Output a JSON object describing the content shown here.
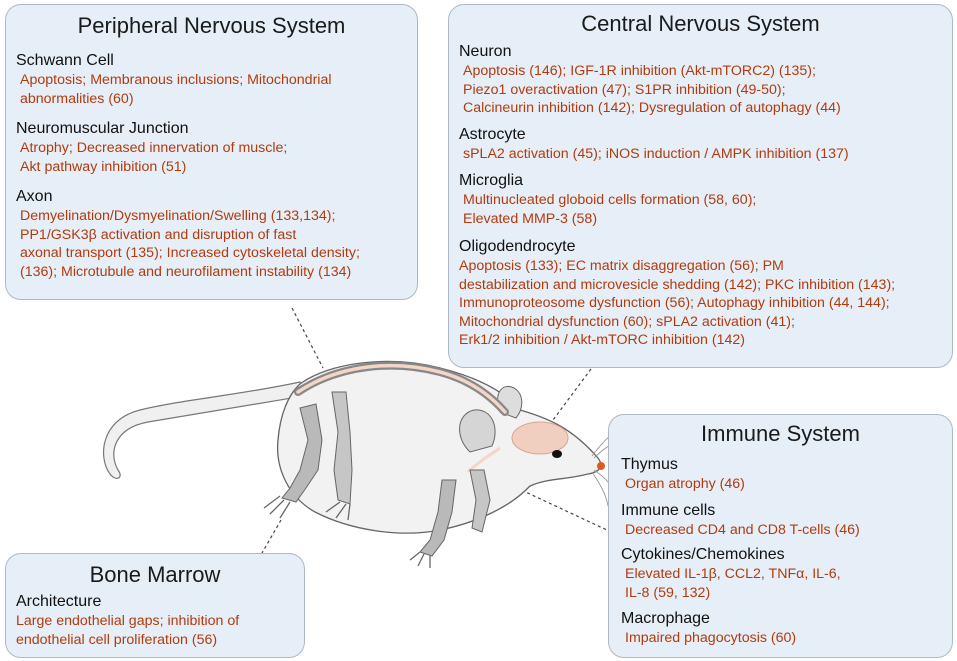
{
  "panels": {
    "pns": {
      "title": "Peripheral Nervous System",
      "sections": [
        {
          "title": "Schwann Cell",
          "lines": [
            "Apoptosis; Membranous inclusions; Mitochondrial",
            "abnormalities (60)"
          ]
        },
        {
          "title": "Neuromuscular Junction",
          "lines": [
            "Atrophy; Decreased innervation of muscle;",
            "Akt pathway inhibition (51)"
          ]
        },
        {
          "title": "Axon",
          "lines": [
            "Demyelination/Dysmyelination/Swelling (133,134);",
            "PP1/GSK3β activation and disruption of fast",
            "axonal transport (135); Increased cytoskeletal density;",
            "(136); Microtubule and neurofilament instability (134)"
          ]
        }
      ]
    },
    "cns": {
      "title": "Central Nervous System",
      "sections": [
        {
          "title": "Neuron",
          "lines": [
            "Apoptosis (146); IGF-1R inhibition (Akt-mTORC2) (135);",
            "Piezo1 overactivation (47); S1PR inhibition (49-50);",
            "Calcineurin inhibition (142); Dysregulation of autophagy (44)"
          ]
        },
        {
          "title": "Astrocyte",
          "lines": [
            "sPLA2 activation (45); iNOS induction / AMPK inhibition (137)"
          ]
        },
        {
          "title": "Microglia",
          "lines": [
            "Multinucleated globoid cells formation (58, 60);",
            "Elevated MMP-3 (58)"
          ]
        },
        {
          "title": "Oligodendrocyte",
          "lines": [
            "Apoptosis (133); EC matrix disaggregation (56); PM",
            "destabilization and microvesicle shedding (142); PKC inhibition (143);",
            "Immunoproteosome dysfunction (56); Autophagy inhibition (44, 144);",
            "Mitochondrial dysfunction (60); sPLA2 activation (41);",
            "Erk1/2 inhibition / Akt-mTORC inhibition (142)"
          ]
        }
      ]
    },
    "immune": {
      "title": "Immune System",
      "sections": [
        {
          "title": "Thymus",
          "lines": [
            "Organ atrophy (46)"
          ]
        },
        {
          "title": "Immune cells",
          "lines": [
            "Decreased CD4 and CD8 T-cells (46)"
          ]
        },
        {
          "title": "Cytokines/Chemokines",
          "lines": [
            "Elevated IL-1β, CCL2, TNFα, IL-6,",
            "IL-8 (59, 132)"
          ]
        },
        {
          "title": "Macrophage",
          "lines": [
            "Impaired phagocytosis (60)"
          ]
        }
      ]
    },
    "bone": {
      "title": "Bone Marrow",
      "sections": [
        {
          "title": "Architecture",
          "lines": [
            "Large endothelial gaps; inhibition of",
            "endothelial cell proliferation (56)"
          ]
        }
      ]
    }
  },
  "colors": {
    "panel_fill": "#e6eef7",
    "panel_border": "#aeb9c6",
    "detail_text": "#b23b0e",
    "heading_text": "#111111"
  }
}
